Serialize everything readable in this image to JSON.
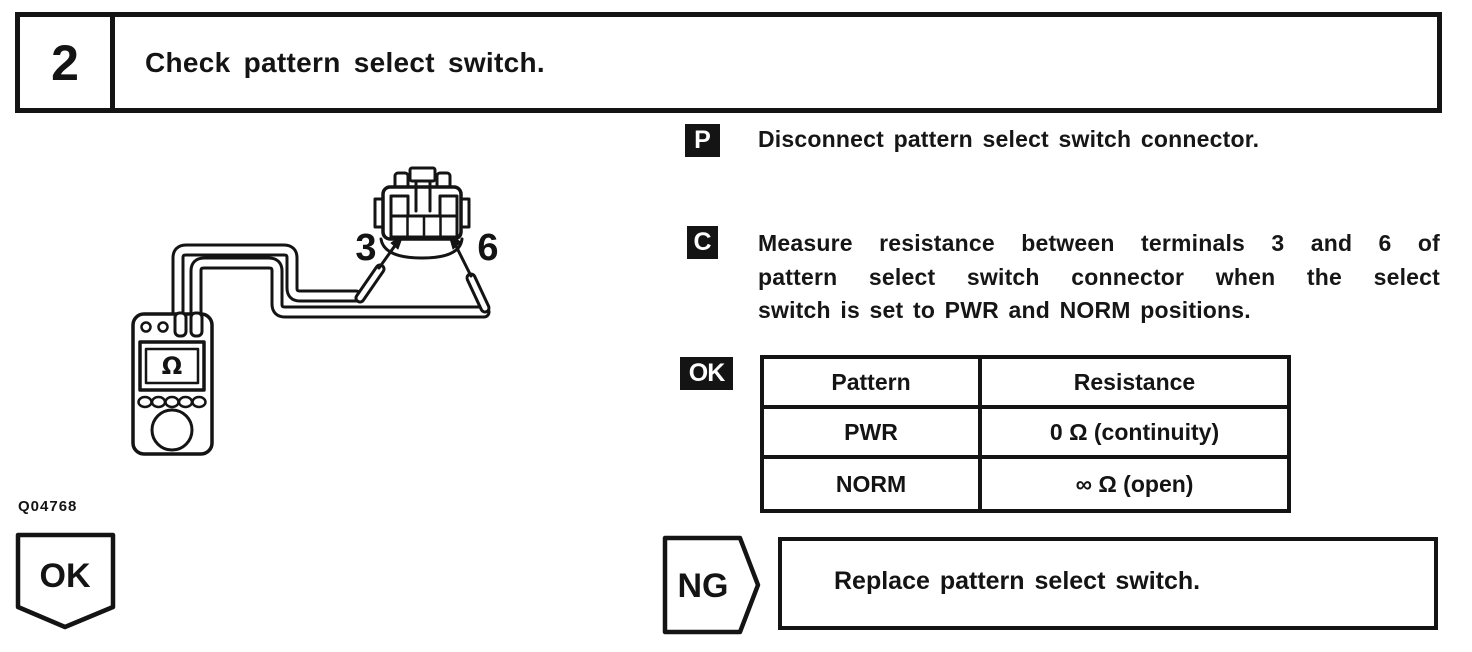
{
  "colors": {
    "ink": "#141414",
    "paper": "#ffffff"
  },
  "header": {
    "step_number": "2",
    "title": "Check pattern select switch."
  },
  "steps": {
    "p": {
      "marker": "P",
      "text": "Disconnect pattern select switch connector."
    },
    "c": {
      "marker": "C",
      "line1": "Measure resistance between terminals 3 and 6 of",
      "line2": "pattern select switch connector when the select",
      "line3": "switch is set to PWR and NORM positions."
    },
    "ok": {
      "marker": "OK"
    }
  },
  "result_table": {
    "columns": [
      "Pattern",
      "Resistance"
    ],
    "rows": [
      [
        "PWR",
        "0 Ω (continuity)"
      ],
      [
        "NORM",
        "∞ Ω (open)"
      ]
    ]
  },
  "figure": {
    "code": "Q04768",
    "terminal_left": "3",
    "terminal_right": "6",
    "meter_symbol": "Ω"
  },
  "flow": {
    "ok_label": "OK",
    "ng_label": "NG",
    "ng_action": "Replace pattern select switch."
  }
}
